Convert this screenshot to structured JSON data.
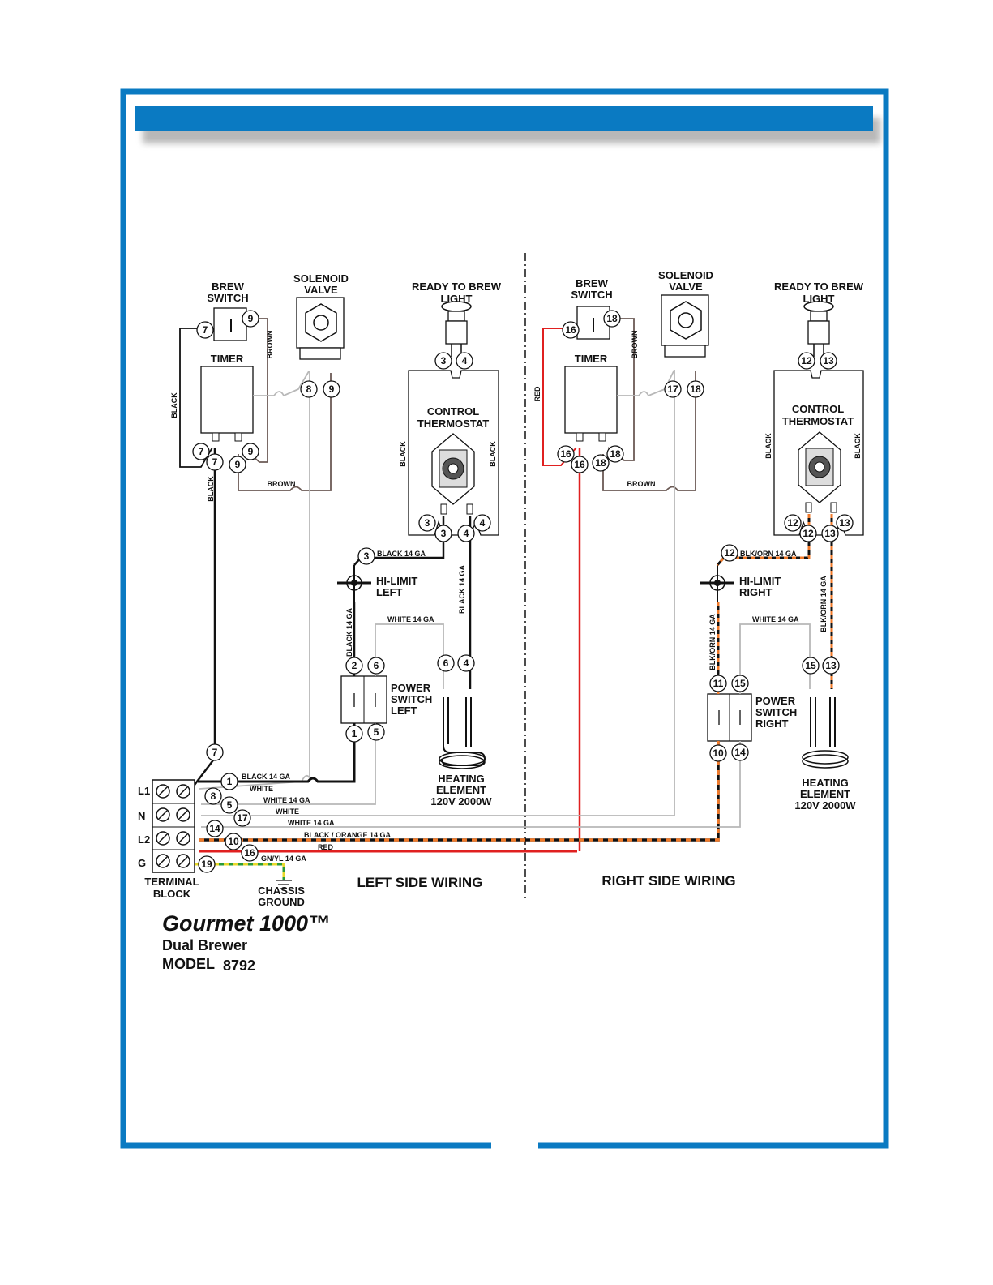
{
  "brand": {
    "frame_color": "#0a7ac2",
    "banner_color": "#0a7ac2"
  },
  "title": {
    "product": "Gourmet 1000™",
    "subtitle": "Dual Brewer",
    "model_label": "MODEL",
    "model_number": "8792"
  },
  "sections": {
    "left": "LEFT SIDE WIRING",
    "right": "RIGHT SIDE WIRING"
  },
  "terminal_block": {
    "label_line1": "TERMINAL",
    "label_line2": "BLOCK",
    "rows": [
      "L1",
      "N",
      "L2",
      "G"
    ]
  },
  "chassis_ground": {
    "line1": "CHASSIS",
    "line2": "GROUND"
  },
  "left": {
    "brew_switch": [
      "BREW",
      "SWITCH"
    ],
    "solenoid": [
      "SOLENOID",
      "VALVE"
    ],
    "ready_light": [
      "READY TO BREW",
      "LIGHT"
    ],
    "timer": "TIMER",
    "thermostat": [
      "CONTROL",
      "THERMOSTAT"
    ],
    "hi_limit": [
      "HI-LIMIT",
      "LEFT"
    ],
    "power_switch": [
      "POWER",
      "SWITCH",
      "LEFT"
    ],
    "heating": [
      "HEATING",
      "ELEMENT",
      "120V  2000W"
    ]
  },
  "right": {
    "brew_switch": [
      "BREW",
      "SWITCH"
    ],
    "solenoid": [
      "SOLENOID",
      "VALVE"
    ],
    "ready_light": [
      "READY TO BREW",
      "LIGHT"
    ],
    "timer": "TIMER",
    "thermostat": [
      "CONTROL",
      "THERMOSTAT"
    ],
    "hi_limit": [
      "HI-LIMIT",
      "RIGHT"
    ],
    "power_switch": [
      "POWER",
      "SWITCH",
      "RIGHT"
    ],
    "heating": [
      "HEATING",
      "ELEMENT",
      "120V  2000W"
    ]
  },
  "wire_labels": {
    "black": "BLACK",
    "brown": "BROWN",
    "red": "RED",
    "black14": "BLACK 14 GA",
    "white": "WHITE",
    "white14": "WHITE 14 GA",
    "blk_orn14": "BLK/ORN 14 GA",
    "black_orange14": "BLACK / ORANGE 14 GA",
    "gnyl14": "GN/YL 14 GA"
  },
  "wire_colors": {
    "black": "#111111",
    "brown": "#6b5a55",
    "white": "#b8b8b8",
    "red": "#e02020",
    "orange": "#f07a2a",
    "green": "#2a9a3a",
    "yellow": "#e8d82a"
  },
  "wire_numbers": [
    "1",
    "2",
    "3",
    "4",
    "5",
    "6",
    "7",
    "8",
    "9",
    "10",
    "11",
    "12",
    "13",
    "14",
    "15",
    "16",
    "17",
    "18",
    "19"
  ]
}
